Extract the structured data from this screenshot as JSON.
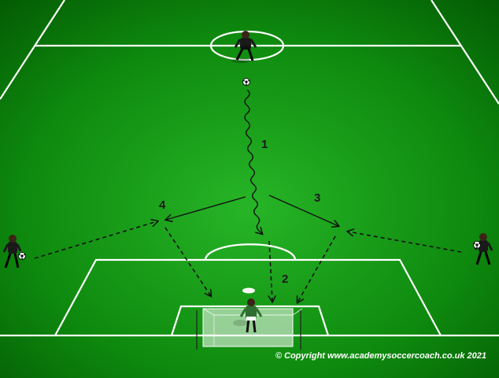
{
  "diagram": {
    "steps": [
      "1",
      "2",
      "3",
      "4"
    ],
    "copyright": "© Copyright www.academysoccercoach.co.uk 2021"
  },
  "colors": {
    "pitch_light": "#22a822",
    "pitch_dark": "#046104",
    "lines": "#ffffff",
    "arrows": "#111111",
    "outfield_kit": "#1a1a1a",
    "goalkeeper_kit": "#2e6e2e"
  }
}
